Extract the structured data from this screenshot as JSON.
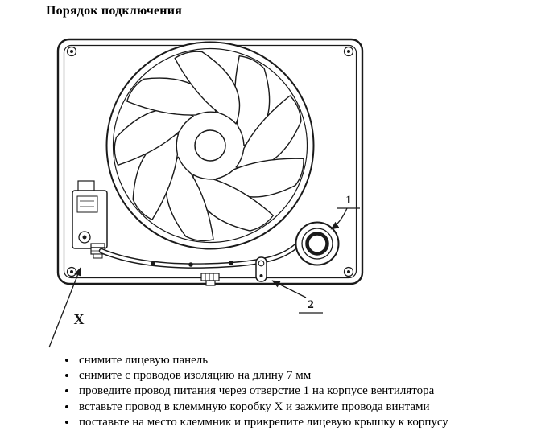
{
  "page": {
    "title": "Порядок подключения"
  },
  "diagram": {
    "description": "fan-connection-line-drawing",
    "labels": {
      "hole": "1",
      "clamp": "2",
      "terminal_box": "X"
    },
    "line_color": "#1a1a1a"
  },
  "instructions": {
    "items": [
      "снимите лицевую панель",
      "снимите с проводов изоляцию на длину 7 мм",
      "проведите провод питания через отверстие 1 на корпусе вентилятора",
      "вставьте провод в клеммную коробку Х и зажмите провода винтами",
      "поставьте на место клеммник и прикрепите лицевую крышку к корпусу"
    ]
  }
}
